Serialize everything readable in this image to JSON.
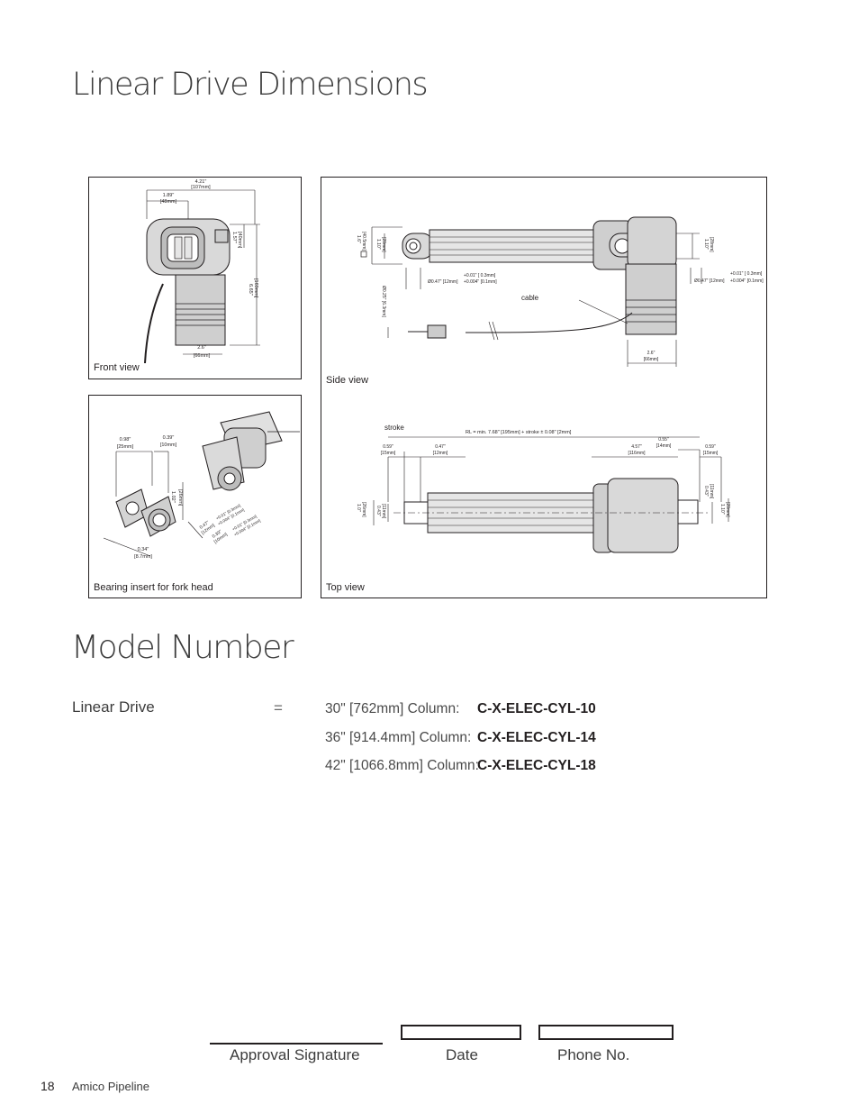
{
  "header": {
    "title": "Linear Drive Dimensions"
  },
  "panels": {
    "front": {
      "label": "Front view",
      "dims": {
        "w1": "4.21\"",
        "w1m": "[107mm]",
        "w2": "1.89\"",
        "w2m": "[48mm]",
        "h1": "1.57\"",
        "h1m": "[40mm]",
        "h2": "6.65\"",
        "h2m": "[169mm]",
        "b1": "2.6\"",
        "b1m": "[66mm]"
      }
    },
    "side": {
      "label": "Side view",
      "cable": "cable",
      "dims": {
        "h1": "1.6\"",
        "h1m": "[40.5mm]",
        "h2": "1.10\"",
        "h2m": "[28mm]",
        "hr": "1.10\"",
        "hrm": "[28mm]",
        "d1": "Ø0.47\" [12mm]",
        "t1": "+0.01\" [ 0.3mm]",
        "t2": "+0.004\" [0.1mm]",
        "d2": "Ø0.47\" [12mm]",
        "t3": "+0.01\" [ 0.3mm]",
        "t4": "+0.004\" [0.1mm]",
        "cd": "Ø0.25\" [6.3mm]",
        "b1": "2.6\"",
        "b1m": "[66mm]"
      }
    },
    "bearing": {
      "label": "Bearing insert for fork head",
      "dims": {
        "a": "0.98\"",
        "am": "[25mm]",
        "b": "0.39\"",
        "bm": "[10mm]",
        "c": "1.02\"",
        "cm": "[26mm]",
        "d": "0.34\"",
        "dm": "[8.7mm]",
        "e": "0.47\"",
        "em": "[12mm]",
        "f": "0.39\"",
        "fm": "[10mm]",
        "g1": "+0.01\" [0.3mm]",
        "g2": "+0.004\" [0.1mm]",
        "g3": "+0.01\" [0.3mm]",
        "g4": "+0.004\" [0.1mm]"
      }
    },
    "top": {
      "label": "Top view",
      "stroke": "stroke",
      "rl": "RL = min. 7.68\" [195mm] + stroke ± 0.08\" [2mm]",
      "dims": {
        "a": "0.59\"",
        "am": "[15mm]",
        "b": "0.47\"",
        "bm": "[12mm]",
        "c": "4.57\"",
        "cm": "[116mm]",
        "d": "0.55\"",
        "dm": "[14mm]",
        "e": "0.59\"",
        "em": "[15mm]",
        "h1": "1.0\"",
        "h1m": "[26mm]",
        "h2": "0.43\"",
        "h2m": "[11mm]",
        "h3": "0.43\"",
        "h3m": "[11mm]",
        "h4": "1.10\"",
        "h4m": "[28mm]"
      }
    }
  },
  "model": {
    "title": "Model Number",
    "product": "Linear Drive",
    "equals": "=",
    "rows": [
      {
        "label": "30\" [762mm] Column:",
        "code": "C-X-ELEC-CYL-10"
      },
      {
        "label": "36\" [914.4mm] Column:",
        "code": "C-X-ELEC-CYL-14"
      },
      {
        "label": "42\" [1066.8mm] Column:",
        "code": "C-X-ELEC-CYL-18"
      }
    ]
  },
  "signature": {
    "approval": "Approval Signature",
    "date": "Date",
    "phone": "Phone No."
  },
  "footer": {
    "page": "18",
    "company": "Amico Pipeline"
  }
}
